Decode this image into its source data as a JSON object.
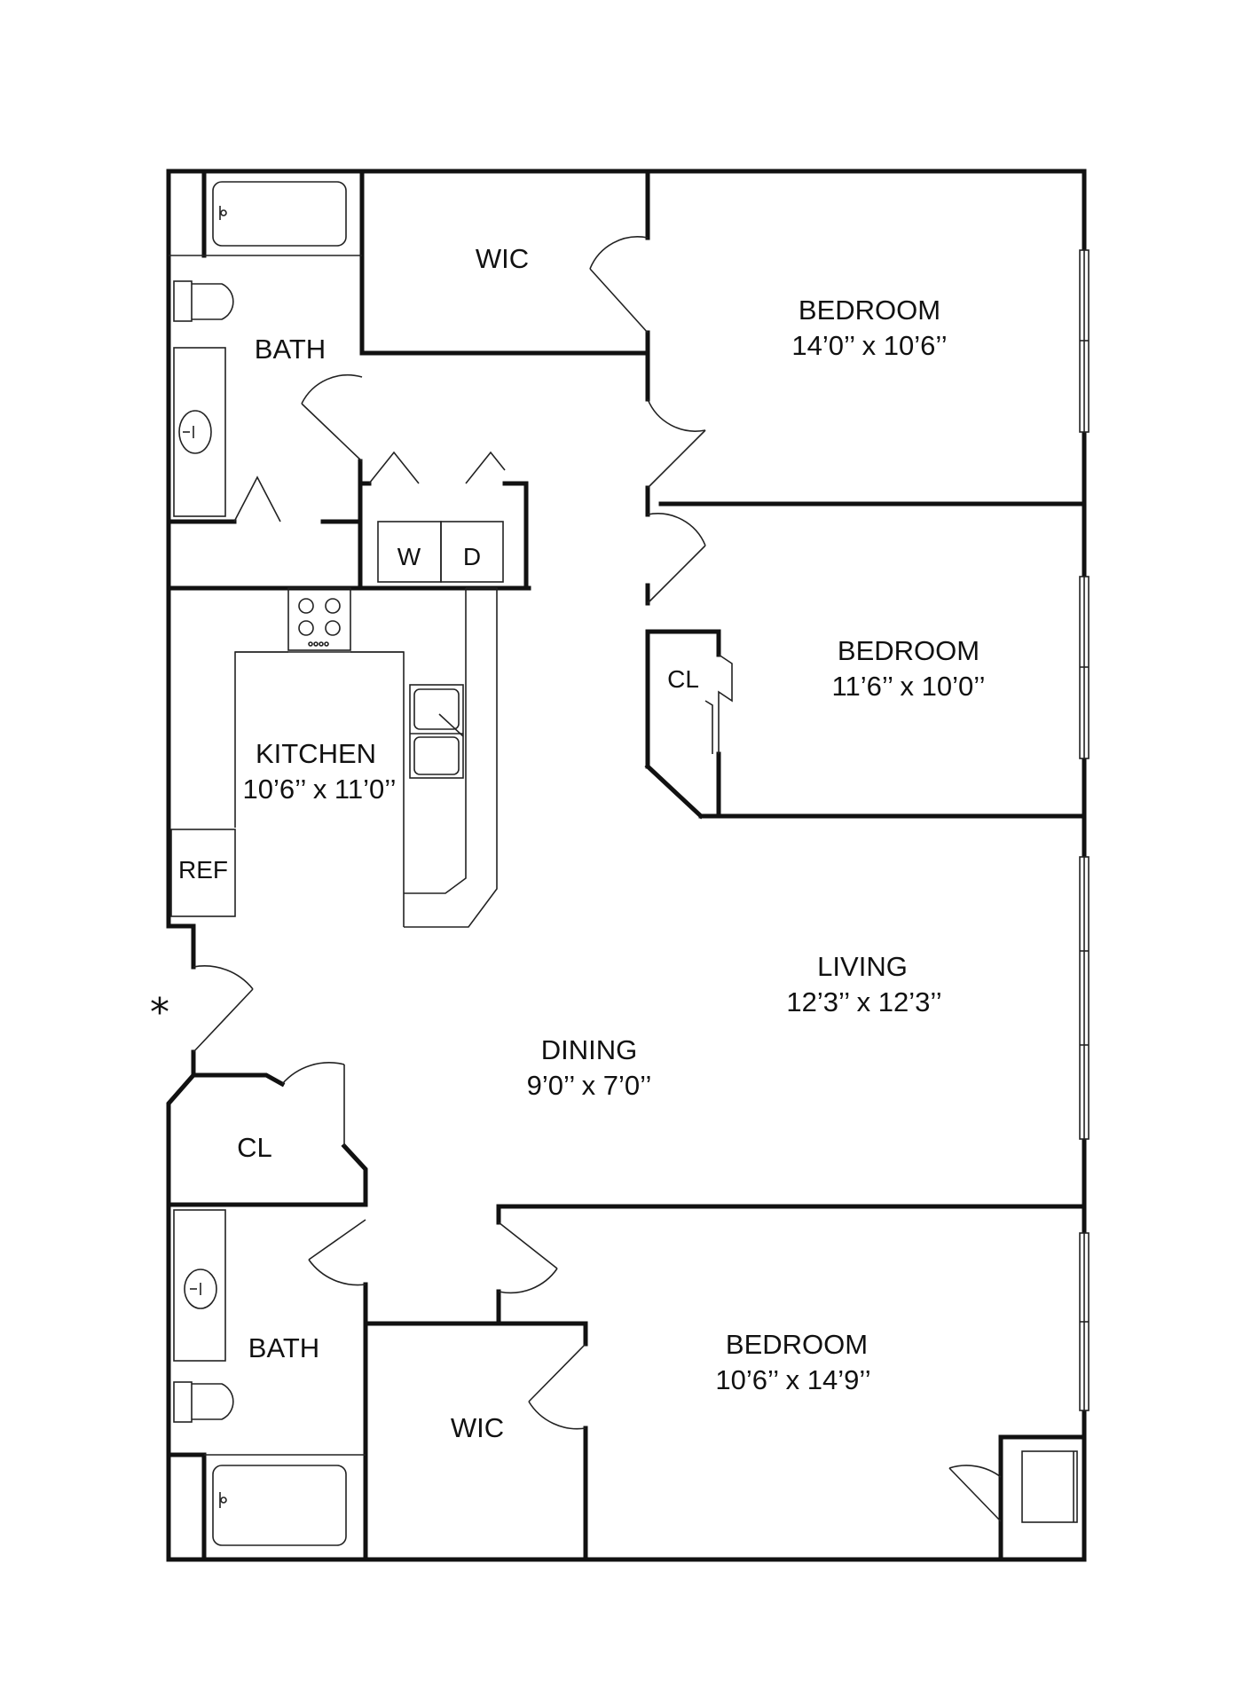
{
  "rooms": {
    "bedroom1": {
      "name": "BEDROOM",
      "size": "14’0’’ x 10’6’’"
    },
    "bedroom2": {
      "name": "BEDROOM",
      "size": "11’6’’ x 10’0’’"
    },
    "bedroom3": {
      "name": "BEDROOM",
      "size": "10’6’’ x 14’9’’"
    },
    "kitchen": {
      "name": "KITCHEN",
      "size": "10’6’’ x 11’0’’"
    },
    "living": {
      "name": "LIVING",
      "size": "12’3’’ x 12’3’’"
    },
    "dining": {
      "name": "DINING",
      "size": "9’0’’ x 7’0’’"
    },
    "bath_top": {
      "name": "BATH"
    },
    "bath_bottom": {
      "name": "BATH"
    },
    "wic_top": {
      "name": "WIC"
    },
    "wic_bottom": {
      "name": "WIC"
    },
    "closet_bed2": {
      "name": "CL"
    },
    "closet_entry": {
      "name": "CL"
    }
  },
  "appliances": {
    "washer": "W",
    "dryer": "D",
    "refrigerator": "REF"
  },
  "entry_marker": "*"
}
